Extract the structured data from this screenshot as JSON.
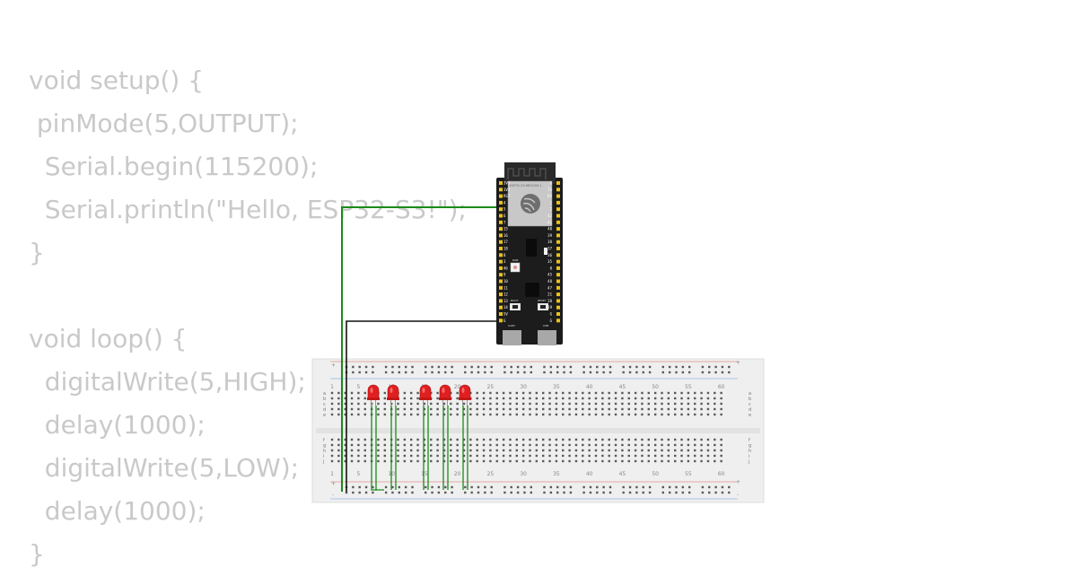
{
  "code": {
    "lines": [
      "void setup() {",
      " pinMode(5,OUTPUT);",
      "  Serial.begin(115200);",
      "  Serial.println(\"Hello, ESP32-S3!\");",
      "}",
      "",
      "void loop() {",
      "  digitalWrite(5,HIGH);",
      "  delay(1000);",
      "  digitalWrite(5,LOW);",
      "  delay(1000);",
      "}"
    ]
  },
  "board": {
    "module_label": "ESP32-S3-WROOM-1",
    "left_pins": [
      "3V3",
      "3V3",
      "RST",
      "4",
      "5",
      "6",
      "7",
      "15",
      "16",
      "17",
      "18",
      "8",
      "3",
      "46",
      "9",
      "10",
      "11",
      "12",
      "13",
      "14",
      "5V",
      "G"
    ],
    "right_pins": [
      "G",
      "TX",
      "RX",
      "1",
      "2",
      "42",
      "41",
      "40",
      "39",
      "38",
      "37",
      "36",
      "35",
      "0",
      "45",
      "48",
      "47",
      "21",
      "20",
      "19",
      "G",
      "G"
    ],
    "boot_label": "BOOT",
    "reset_label": "RESET",
    "rgb_label": "RGB",
    "uart_label": "UART",
    "usb_label": "USB"
  },
  "breadboard": {
    "column_numbers": [
      "1",
      "5",
      "10",
      "15",
      "20",
      "25",
      "30",
      "35",
      "40",
      "45",
      "50",
      "55",
      "60"
    ],
    "rows_top": [
      "a",
      "b",
      "c",
      "d",
      "e"
    ],
    "rows_bottom": [
      "f",
      "g",
      "h",
      "i",
      "j"
    ],
    "rail_plus": "+",
    "rail_minus": "-"
  },
  "components": {
    "led_count": 5,
    "led_color": "#e02020",
    "wire_signal_color": "#1a8a1a",
    "wire_ground_color": "#111111"
  }
}
